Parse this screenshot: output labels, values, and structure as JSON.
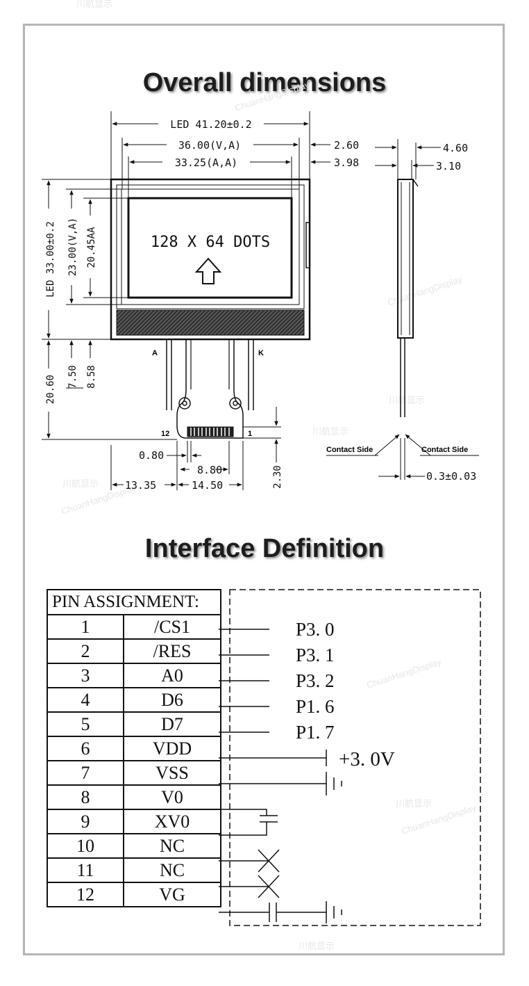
{
  "titles": {
    "overall": "Overall dimensions",
    "interface": "Interface Definition"
  },
  "dimensions": {
    "led_width": "LED 41.20±0.2",
    "va_width": "36.00(V,A)",
    "aa_width": "33.25(A,A)",
    "right_offset_1": "2.60",
    "right_offset_2": "3.98",
    "led_height": "LED 33.00±0.2",
    "va_height": "23.00(V,A)",
    "aa_height": "20.45AA",
    "lead_total": "20.60",
    "lead_a": "7.50",
    "lead_b": "8.58",
    "pad_width": "0.80",
    "pin_span": "8.80",
    "pad_height": "2.30",
    "left_offset": "13.35",
    "fpc_width": "14.50",
    "side_1": "4.60",
    "side_2": "3.10",
    "side_bottom": "0.3±0.03"
  },
  "labels": {
    "display": "128 X 64 DOTS",
    "anode": "A",
    "cathode": "K",
    "pin_first": "12",
    "pin_last": "1",
    "contact_left": "Contact Side",
    "contact_right": "Contact Side"
  },
  "pin_table": {
    "header": "PIN ASSIGNMENT:",
    "rows": [
      {
        "pin": "1",
        "signal": "/CS1"
      },
      {
        "pin": "2",
        "signal": "/RES"
      },
      {
        "pin": "3",
        "signal": "A0"
      },
      {
        "pin": "4",
        "signal": "D6"
      },
      {
        "pin": "5",
        "signal": "D7"
      },
      {
        "pin": "6",
        "signal": "VDD"
      },
      {
        "pin": "7",
        "signal": "VSS"
      },
      {
        "pin": "8",
        "signal": "V0"
      },
      {
        "pin": "9",
        "signal": "XV0"
      },
      {
        "pin": "10",
        "signal": "NC"
      },
      {
        "pin": "11",
        "signal": "NC"
      },
      {
        "pin": "12",
        "signal": "VG"
      }
    ]
  },
  "connections": {
    "p30": "P3. 0",
    "p31": "P3. 1",
    "p32": "P3. 2",
    "p16": "P1. 6",
    "p17": "P1. 7",
    "vdd": "+3. 0V"
  },
  "watermarks": [
    "川航显示",
    "ChuanHangDisplay"
  ]
}
